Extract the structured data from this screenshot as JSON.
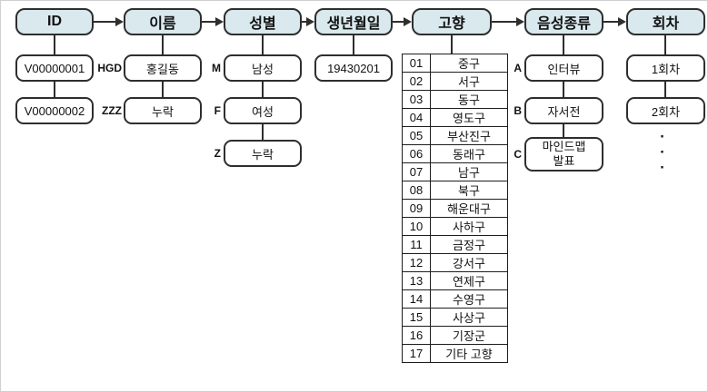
{
  "colors": {
    "header_fill": "#d9e9ee",
    "border": "#2e2e2e",
    "background": "#ffffff"
  },
  "columns": {
    "id": {
      "header": "ID",
      "values": [
        "V00000001",
        "V00000002"
      ]
    },
    "name": {
      "header": "이름",
      "items": [
        {
          "key": "HGD",
          "value": "홍길동"
        },
        {
          "key": "ZZZ",
          "value": "누락"
        }
      ]
    },
    "gender": {
      "header": "성별",
      "items": [
        {
          "key": "M",
          "value": "남성"
        },
        {
          "key": "F",
          "value": "여성"
        },
        {
          "key": "Z",
          "value": "누락"
        }
      ]
    },
    "birthdate": {
      "header": "생년월일",
      "values": [
        "19430201"
      ]
    },
    "hometown": {
      "header": "고향",
      "rows": [
        {
          "code": "01",
          "name": "중구"
        },
        {
          "code": "02",
          "name": "서구"
        },
        {
          "code": "03",
          "name": "동구"
        },
        {
          "code": "04",
          "name": "영도구"
        },
        {
          "code": "05",
          "name": "부산진구"
        },
        {
          "code": "06",
          "name": "동래구"
        },
        {
          "code": "07",
          "name": "남구"
        },
        {
          "code": "08",
          "name": "북구"
        },
        {
          "code": "09",
          "name": "해운대구"
        },
        {
          "code": "10",
          "name": "사하구"
        },
        {
          "code": "11",
          "name": "금정구"
        },
        {
          "code": "12",
          "name": "강서구"
        },
        {
          "code": "13",
          "name": "연제구"
        },
        {
          "code": "14",
          "name": "수영구"
        },
        {
          "code": "15",
          "name": "사상구"
        },
        {
          "code": "16",
          "name": "기장군"
        },
        {
          "code": "17",
          "name": "기타 고향"
        }
      ]
    },
    "voice_type": {
      "header": "음성종류",
      "items": [
        {
          "key": "A",
          "value": "인터뷰"
        },
        {
          "key": "B",
          "value": "자서전"
        },
        {
          "key": "C",
          "line1": "마인드맵",
          "line2": "발표"
        }
      ]
    },
    "session": {
      "header": "회차",
      "values": [
        "1회차",
        "2회차"
      ],
      "dots": [
        "·",
        "·",
        "·"
      ]
    }
  }
}
